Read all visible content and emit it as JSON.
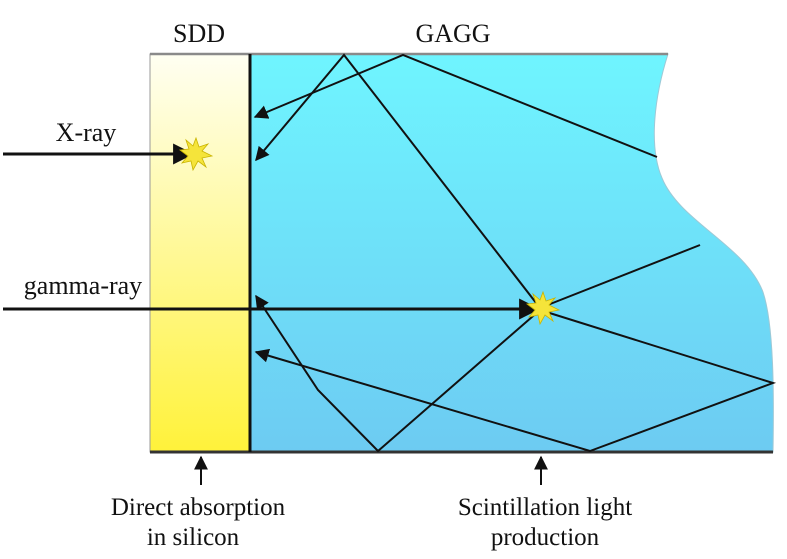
{
  "labels": {
    "sdd": "SDD",
    "gagg": "GAGG",
    "xray": "X-ray",
    "gamma": "gamma-ray",
    "direct_line1": "Direct absorption",
    "direct_line2": "in silicon",
    "scint_line1": "Scintillation light",
    "scint_line2": "production"
  },
  "colors": {
    "sdd_top": "#FFFFF2",
    "sdd_bottom": "#FFF23A",
    "gagg_top": "#6FF5FF",
    "gagg_bottom": "#6DCBF2",
    "line": "#111111",
    "burst": "#F5E43A"
  }
}
